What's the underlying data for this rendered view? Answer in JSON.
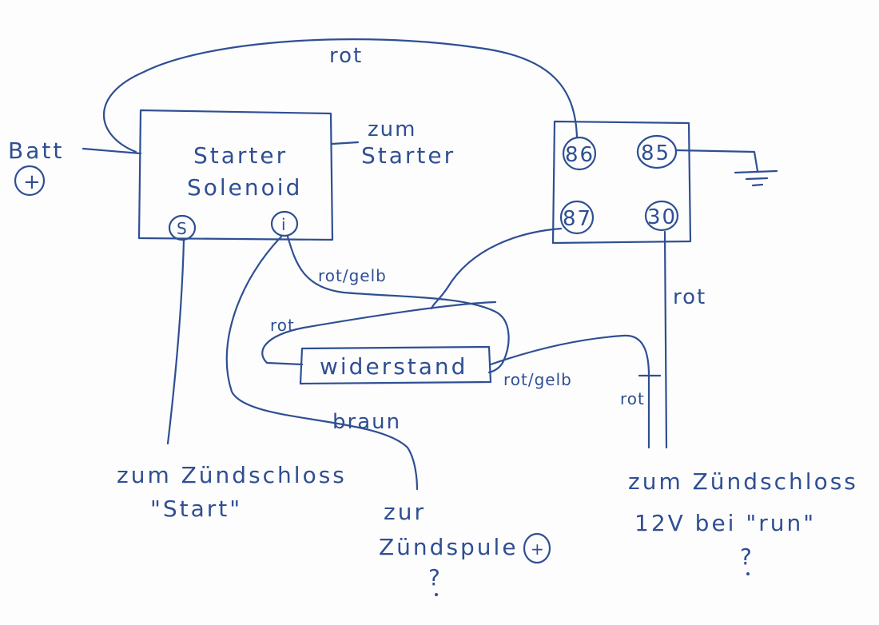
{
  "colors": {
    "ink": "#2f4f93",
    "paper": "#fdfdfd"
  },
  "labels": {
    "top_wire": "rot",
    "battery": "Batt",
    "battery_plus": "+",
    "solenoid_line1": "Starter",
    "solenoid_line2": "Solenoid",
    "terminal_s": "S",
    "terminal_i": "i",
    "to_starter_line1": "zum",
    "to_starter_line2": "Starter",
    "relay_86": "86",
    "relay_85": "85",
    "relay_87": "87",
    "relay_30": "30",
    "wire_red_right": "rot",
    "wire_redyellow_top": "rot/gelb",
    "wire_red_left": "rot",
    "resistor": "widerstand",
    "wire_redyellow_right": "rot/gelb",
    "wire_red_lower": "rot",
    "wire_brown": "braun",
    "start_line1": "zum Zündschloss",
    "start_line2": "\"Start\"",
    "coil_line1": "zur",
    "coil_line2": "Zündspule",
    "coil_plus": "+",
    "coil_question": "?",
    "run_line1": "zum Zündschloss",
    "run_line2": "12V bei \"run\"",
    "run_question": "?"
  }
}
